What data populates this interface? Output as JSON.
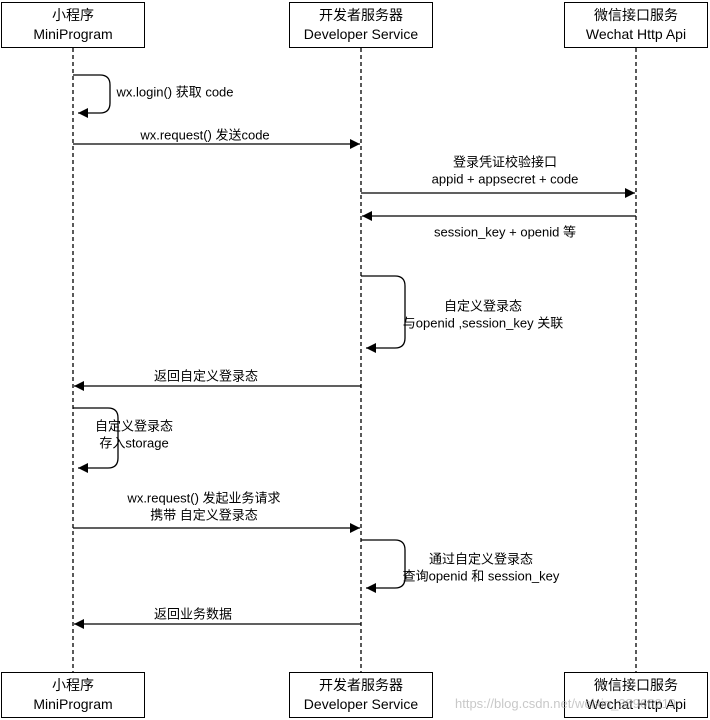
{
  "diagram": {
    "type": "sequence-diagram",
    "background_color": "#ffffff",
    "stroke_color": "#000000",
    "actors": [
      {
        "id": "miniprogram",
        "zh": "小程序",
        "en": "MiniProgram"
      },
      {
        "id": "developer-service",
        "zh": "开发者服务器",
        "en": "Developer Service"
      },
      {
        "id": "wechat-api",
        "zh": "微信接口服务",
        "en": "Wechat Http Api"
      }
    ],
    "messages": [
      {
        "type": "self",
        "from": "miniprogram",
        "lines": [
          "wx.login() 获取 code"
        ]
      },
      {
        "type": "arrow",
        "from": "miniprogram",
        "to": "developer-service",
        "lines": [
          "wx.request() 发送code"
        ]
      },
      {
        "type": "arrow",
        "from": "developer-service",
        "to": "wechat-api",
        "lines": [
          "登录凭证校验接口",
          "appid + appsecret + code"
        ]
      },
      {
        "type": "arrow",
        "from": "wechat-api",
        "to": "developer-service",
        "lines": [
          "session_key + openid 等"
        ],
        "label_position": "below"
      },
      {
        "type": "self",
        "from": "developer-service",
        "lines": [
          "自定义登录态",
          "与openid ,session_key 关联"
        ]
      },
      {
        "type": "arrow",
        "from": "developer-service",
        "to": "miniprogram",
        "lines": [
          "返回自定义登录态"
        ]
      },
      {
        "type": "self",
        "from": "miniprogram",
        "lines": [
          "自定义登录态",
          "存入storage"
        ]
      },
      {
        "type": "arrow",
        "from": "miniprogram",
        "to": "developer-service",
        "lines": [
          "wx.request() 发起业务请求",
          "携带 自定义登录态"
        ]
      },
      {
        "type": "self",
        "from": "developer-service",
        "lines": [
          "通过自定义登录态",
          "查询openid 和 session_key"
        ]
      },
      {
        "type": "arrow",
        "from": "developer-service",
        "to": "miniprogram",
        "lines": [
          "返回业务数据"
        ]
      }
    ],
    "watermark": "https://blog.csdn.net/weixin_38966219"
  }
}
